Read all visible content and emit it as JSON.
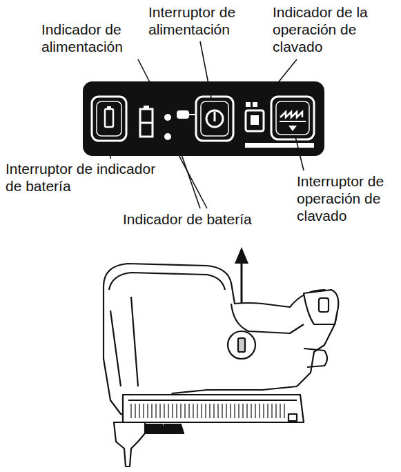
{
  "diagram": {
    "labels": [
      "Indicador de alimentación",
      "Interruptor de alimentación",
      "Indicador de la operación de clavado",
      "Interruptor de indicador de batería",
      "Indicador de batería",
      "Interruptor de operación de clavado"
    ]
  }
}
